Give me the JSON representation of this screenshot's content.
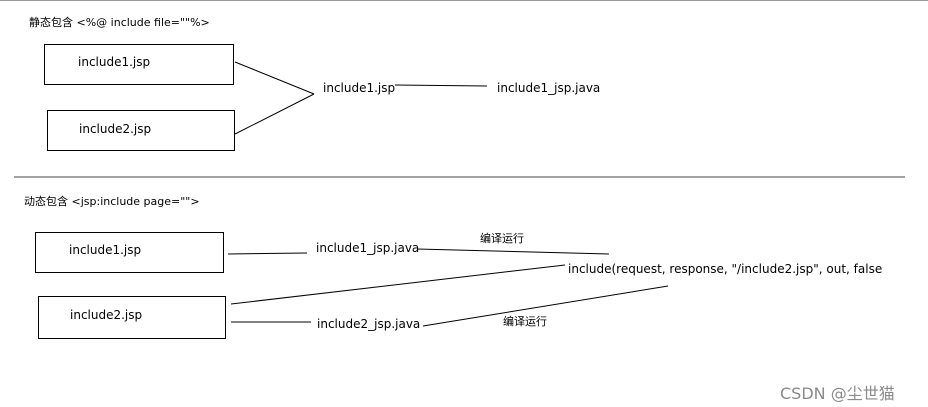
{
  "static": {
    "heading": "静态包含 <%@ include file=\"\"%>",
    "box1": "include1.jsp",
    "box2": "include2.jsp",
    "merged": "include1.jsp",
    "result": "include1_jsp.java"
  },
  "dynamic": {
    "heading": "动态包含  <jsp:include page=\"\">",
    "box1": "include1.jsp",
    "box2": "include2.jsp",
    "java1": "include1_jsp.java",
    "java2": "include2_jsp.java",
    "compile1": "编译运行",
    "compile2": "编译运行",
    "call": "include(request, response, \"/include2.jsp\", out, false"
  },
  "watermark": "CSDN @尘世猫"
}
